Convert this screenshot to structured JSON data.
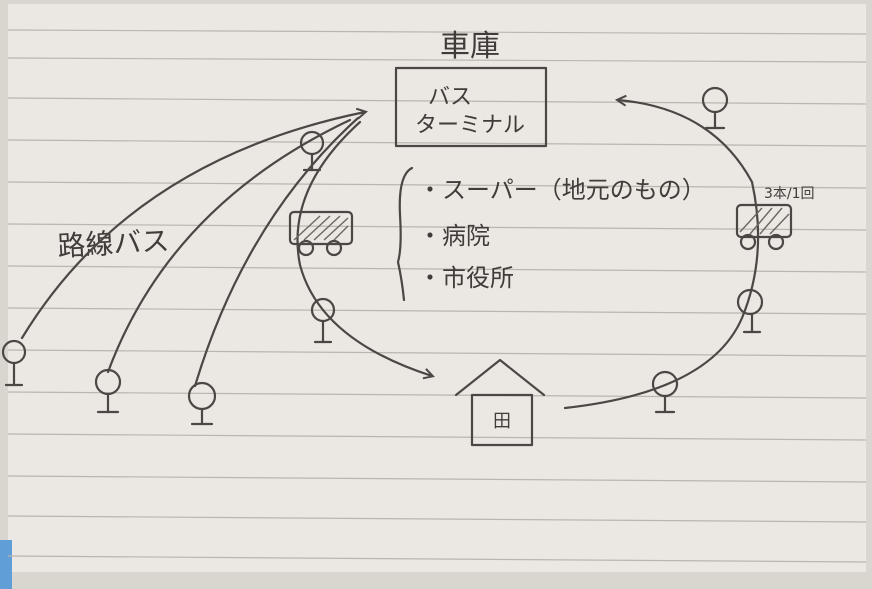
{
  "diagram": {
    "depot_label": "車庫",
    "terminal_line1": "バス",
    "terminal_line2": "ターミナル",
    "route_bus_label": "路線バス",
    "facilities": [
      "・スーパー（地元のもの）",
      "・病院",
      "・市役所"
    ],
    "frequency_label": "3本/1回",
    "house_window_glyph": "田"
  }
}
